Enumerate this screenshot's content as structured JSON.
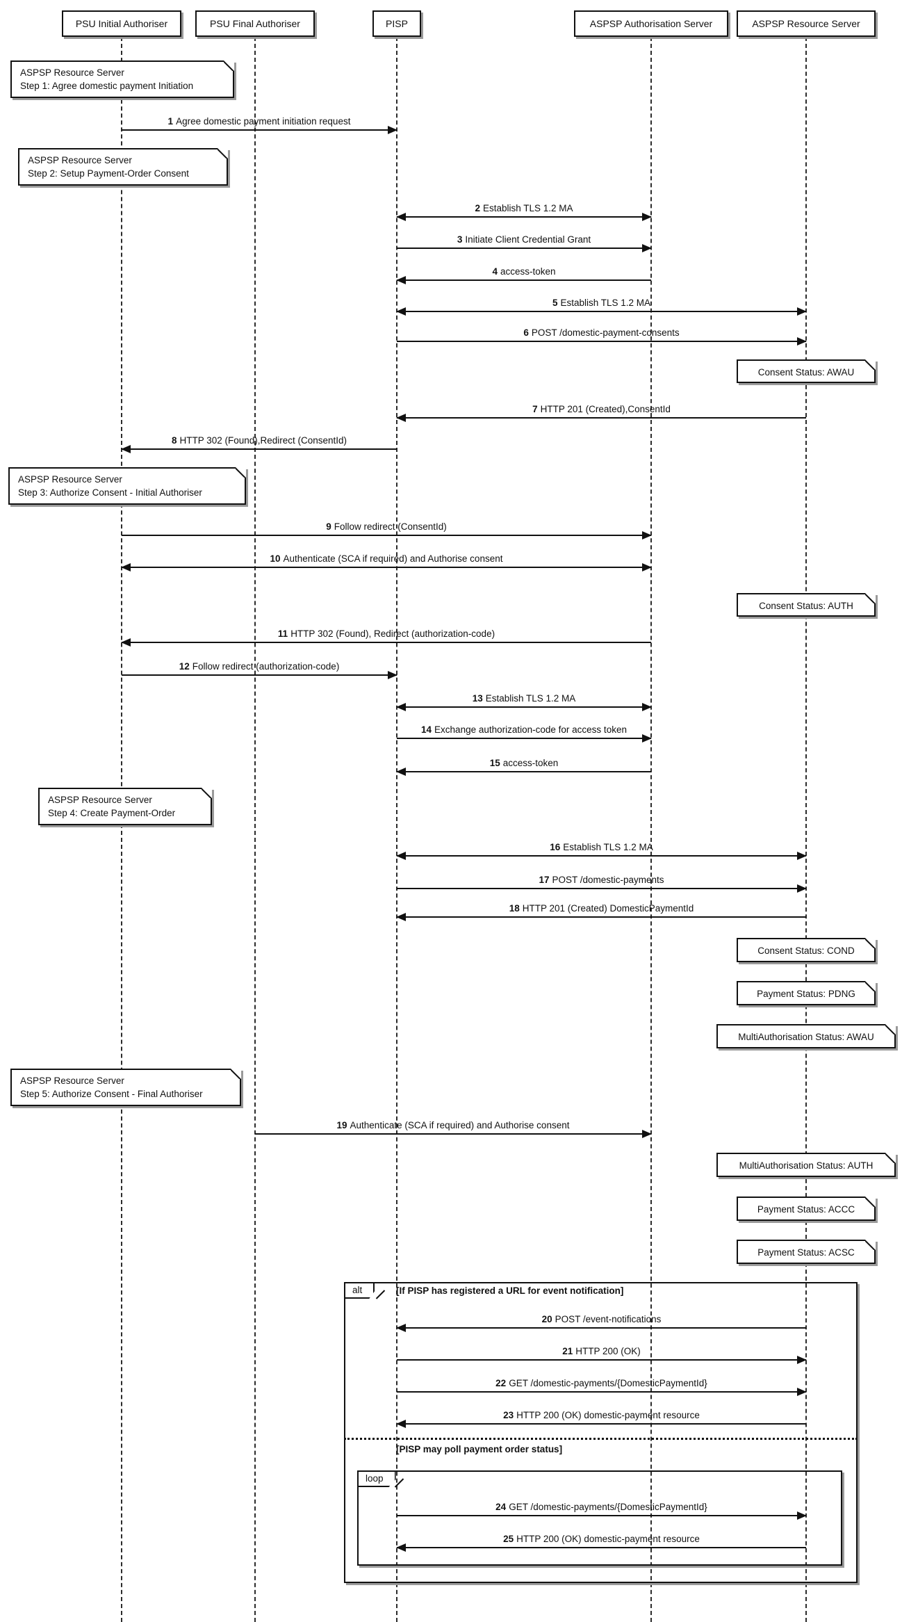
{
  "diagram": {
    "participants": [
      {
        "label": "PSU Initial Authoriser"
      },
      {
        "label": "PSU Final Authoriser"
      },
      {
        "label": "PISP"
      },
      {
        "label": "ASPSP Authorisation Server"
      },
      {
        "label": "ASPSP Resource Server"
      }
    ],
    "step_notes": [
      {
        "line1": "ASPSP Resource Server",
        "line2": "Step 1: Agree domestic payment Initiation"
      },
      {
        "line1": "ASPSP Resource Server",
        "line2": "Step 2: Setup Payment-Order Consent"
      },
      {
        "line1": "ASPSP Resource Server",
        "line2": "Step 3: Authorize Consent - Initial Authoriser"
      },
      {
        "line1": "ASPSP Resource Server",
        "line2": "Step 4: Create Payment-Order"
      },
      {
        "line1": "ASPSP Resource Server",
        "line2": "Step 5: Authorize Consent - Final Authoriser"
      }
    ],
    "status_notes": [
      {
        "label": "Consent Status: AWAU"
      },
      {
        "label": "Consent Status: AUTH"
      },
      {
        "label": "Consent Status: COND"
      },
      {
        "label": "Payment Status: PDNG"
      },
      {
        "label": "MultiAuthorisation Status: AWAU"
      },
      {
        "label": "MultiAuthorisation Status: AUTH"
      },
      {
        "label": "Payment Status: ACCC"
      },
      {
        "label": "Payment Status: ACSC"
      }
    ],
    "messages": [
      {
        "num": "1",
        "text": "Agree domestic payment initiation request"
      },
      {
        "num": "2",
        "text": "Establish TLS 1.2 MA"
      },
      {
        "num": "3",
        "text": "Initiate Client Credential Grant"
      },
      {
        "num": "4",
        "text": "access-token"
      },
      {
        "num": "5",
        "text": "Establish TLS 1.2 MA"
      },
      {
        "num": "6",
        "text": "POST /domestic-payment-consents"
      },
      {
        "num": "7",
        "text": "HTTP 201 (Created),ConsentId"
      },
      {
        "num": "8",
        "text": "HTTP 302 (Found),Redirect (ConsentId)"
      },
      {
        "num": "9",
        "text": "Follow redirect (ConsentId)"
      },
      {
        "num": "10",
        "text": "Authenticate (SCA if required) and Authorise consent"
      },
      {
        "num": "11",
        "text": "HTTP 302 (Found), Redirect (authorization-code)"
      },
      {
        "num": "12",
        "text": "Follow redirect (authorization-code)"
      },
      {
        "num": "13",
        "text": "Establish TLS 1.2 MA"
      },
      {
        "num": "14",
        "text": "Exchange authorization-code for access token"
      },
      {
        "num": "15",
        "text": "access-token"
      },
      {
        "num": "16",
        "text": "Establish TLS 1.2 MA"
      },
      {
        "num": "17",
        "text": "POST /domestic-payments"
      },
      {
        "num": "18",
        "text": "HTTP 201 (Created) DomesticPaymentId"
      },
      {
        "num": "19",
        "text": "Authenticate (SCA if required) and Authorise consent"
      },
      {
        "num": "20",
        "text": "POST /event-notifications"
      },
      {
        "num": "21",
        "text": "HTTP 200 (OK)"
      },
      {
        "num": "22",
        "text": "GET /domestic-payments/{DomesticPaymentId}"
      },
      {
        "num": "23",
        "text": "HTTP 200 (OK) domestic-payment resource"
      },
      {
        "num": "24",
        "text": "GET /domestic-payments/{DomesticPaymentId}"
      },
      {
        "num": "25",
        "text": "HTTP 200 (OK) domestic-payment resource"
      }
    ],
    "frames": {
      "alt": {
        "label": "alt",
        "guard1": "[If PISP has registered a URL for event notification]",
        "guard2": "[PISP may poll payment order status]"
      },
      "loop": {
        "label": "loop"
      }
    }
  }
}
